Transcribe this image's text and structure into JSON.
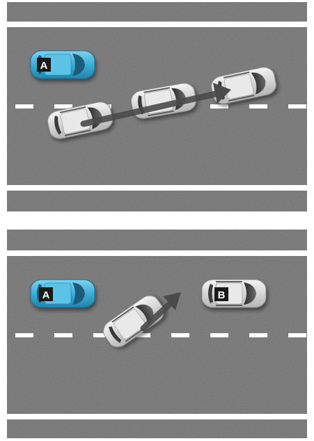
{
  "panels": [
    {
      "id": "top",
      "label_a": "A"
    },
    {
      "id": "bottom",
      "label_a": "A",
      "label_b": "B"
    }
  ],
  "colors": {
    "road": "#707070",
    "lane_line": "#ffffff",
    "car_a": "#3aaed6",
    "car_gray": "#d9d9d9",
    "arrow": "#4a4a4a",
    "label_bg": "#1a1a1a"
  }
}
